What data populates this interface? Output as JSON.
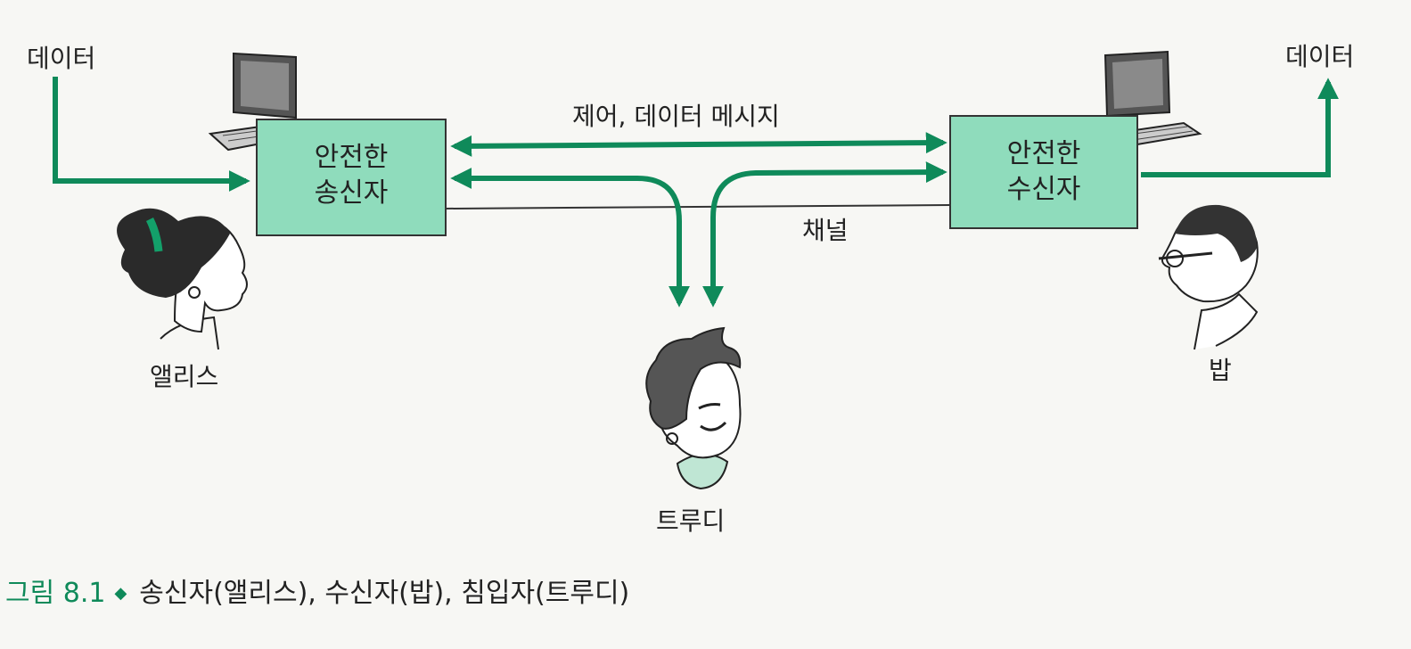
{
  "left_data_label": "데이터",
  "right_data_label": "데이터",
  "message_label": "제어, 데이터 메시지",
  "channel_label": "채널",
  "sender_box": {
    "line1": "안전한",
    "line2": "송신자"
  },
  "receiver_box": {
    "line1": "안전한",
    "line2": "수신자"
  },
  "people": {
    "alice": "앨리스",
    "bob": "밥",
    "trudy": "트루디"
  },
  "caption": {
    "figure": "그림 8.1",
    "text": "송신자(앨리스), 수신자(밥), 침입자(트루디)"
  },
  "colors": {
    "arrow": "#0f8a5a",
    "box_fill": "#8fdcbc",
    "line": "#333333"
  },
  "icons": [
    "computer-icon",
    "person-alice-icon",
    "person-bob-icon",
    "person-trudy-icon"
  ]
}
